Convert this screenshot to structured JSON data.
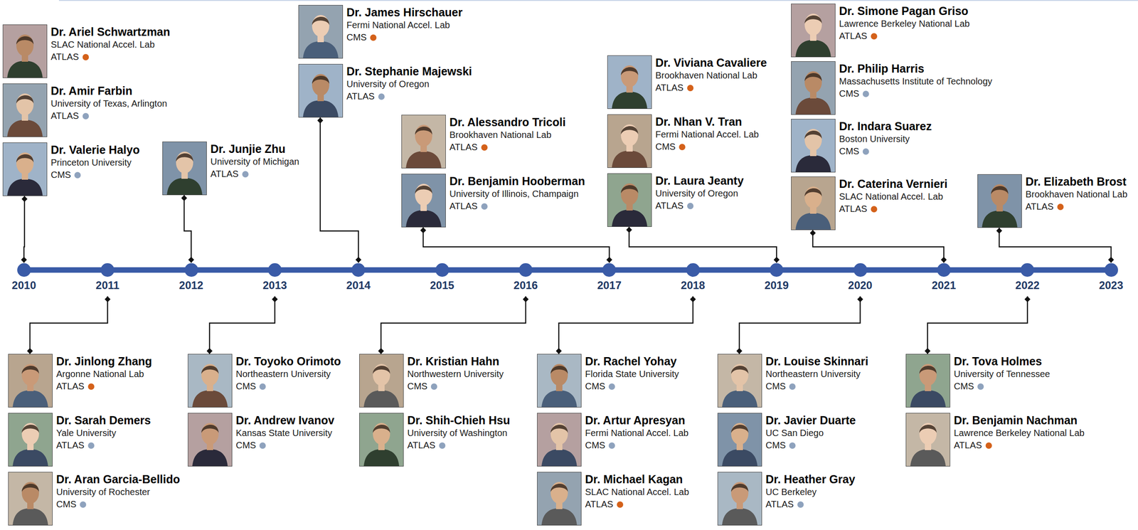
{
  "diagram": {
    "nodes": [
      {
        "text": [
          "2010"
        ]
      },
      {
        "text": [
          "2011"
        ]
      },
      {
        "text": [
          "2012"
        ]
      },
      {
        "text": [
          "2013"
        ]
      },
      {
        "text": [
          "2014"
        ]
      },
      {
        "text": [
          "2015"
        ]
      },
      {
        "text": [
          "2016"
        ]
      },
      {
        "text": [
          "2017"
        ]
      },
      {
        "text": [
          "2018"
        ]
      },
      {
        "text": [
          "2019"
        ]
      },
      {
        "text": [
          "2020"
        ]
      },
      {
        "text": [
          "2021"
        ]
      },
      {
        "text": [
          "2022"
        ]
      },
      {
        "text": [
          "2023"
        ]
      },
      {
        "text": [
          "Dr. Ariel Schwartzman",
          "SLAC National Accel. Lab",
          "ATLAS"
        ]
      },
      {
        "text": [
          "Dr. Amir Farbin",
          "University of Texas, Arlington",
          "ATLAS"
        ]
      },
      {
        "text": [
          "Dr. Valerie Halyo",
          "Princeton University",
          "CMS"
        ]
      },
      {
        "text": [
          "Dr. Jinlong Zhang",
          "Argonne National Lab",
          "ATLAS"
        ]
      },
      {
        "text": [
          "Dr. Sarah Demers",
          "Yale University",
          "ATLAS"
        ]
      },
      {
        "text": [
          "Dr. Aran Garcia-Bellido",
          "University of Rochester",
          "CMS"
        ]
      },
      {
        "text": [
          "Dr. Junjie Zhu",
          "University of Michigan",
          "ATLAS"
        ]
      },
      {
        "text": [
          "Dr. Toyoko Orimoto",
          "Northeastern University",
          "CMS"
        ]
      },
      {
        "text": [
          "Dr. Andrew Ivanov",
          "Kansas State University",
          "CMS"
        ]
      },
      {
        "text": [
          "Dr. James Hirschauer",
          "Fermi National Accel. Lab",
          "CMS"
        ]
      },
      {
        "text": [
          "Dr. Stephanie Majewski",
          "University of Oregon",
          "ATLAS"
        ]
      },
      {
        "text": [
          "Dr. Kristian Hahn",
          "Northwestern University",
          "CMS"
        ]
      },
      {
        "text": [
          "Dr. Shih-Chieh Hsu",
          "University of Washington",
          "ATLAS"
        ]
      },
      {
        "text": [
          "Dr. Alessandro Tricoli",
          "Brookhaven National Lab",
          "ATLAS"
        ]
      },
      {
        "text": [
          "Dr. Benjamin Hooberman",
          "University of Illinois, Champaign",
          "ATLAS"
        ]
      },
      {
        "text": [
          "Dr. Rachel Yohay",
          "Florida State University",
          "CMS"
        ]
      },
      {
        "text": [
          "Dr. Artur Apresyan",
          "Fermi National Accel. Lab",
          "CMS"
        ]
      },
      {
        "text": [
          "Dr. Michael Kagan",
          "SLAC National Accel. Lab",
          "ATLAS"
        ]
      },
      {
        "text": [
          "Dr. Viviana Cavaliere",
          "Brookhaven National Lab",
          "ATLAS"
        ]
      },
      {
        "text": [
          "Dr. Nhan V. Tran",
          "Fermi National Accel. Lab",
          "CMS"
        ]
      },
      {
        "text": [
          "Dr. Laura Jeanty",
          "University of Oregon",
          "ATLAS"
        ]
      },
      {
        "text": [
          "Dr. Louise Skinnari",
          "Northeastern University",
          "CMS"
        ]
      },
      {
        "text": [
          "Dr. Javier Duarte",
          "UC San Diego",
          "CMS"
        ]
      },
      {
        "text": [
          "Dr. Heather Gray",
          "UC Berkeley",
          "ATLAS"
        ]
      },
      {
        "text": [
          "Dr. Simone Pagan Griso",
          "Lawrence Berkeley National Lab",
          "ATLAS"
        ]
      },
      {
        "text": [
          "Dr. Philip Harris",
          "Massachusetts Institute of Technology",
          "CMS"
        ]
      },
      {
        "text": [
          "Dr. Indara Suarez",
          "Boston University",
          "CMS"
        ]
      },
      {
        "text": [
          "Dr. Caterina Vernieri",
          "SLAC National Accel. Lab",
          "ATLAS"
        ]
      },
      {
        "text": [
          "Dr. Tova Holmes",
          "University of Tennessee",
          "CMS"
        ]
      },
      {
        "text": [
          "Dr. Benjamin Nachman",
          "Lawrence Berkeley National Lab",
          "ATLAS"
        ]
      },
      {
        "text": [
          "Dr. Elizabeth Brost",
          "Brookhaven National Lab",
          "ATLAS"
        ]
      }
    ],
    "edges": [
      {
        "from": 16,
        "to": 0,
        "arrow": "both"
      },
      {
        "from": 17,
        "to": 1,
        "arrow": "both"
      },
      {
        "from": 20,
        "to": 2,
        "arrow": "both"
      },
      {
        "from": 21,
        "to": 3,
        "arrow": "both"
      },
      {
        "from": 24,
        "to": 4,
        "arrow": "both"
      },
      {
        "from": 25,
        "to": 6,
        "arrow": "both"
      },
      {
        "from": 28,
        "to": 7,
        "arrow": "both"
      },
      {
        "from": 29,
        "to": 8,
        "arrow": "both"
      },
      {
        "from": 34,
        "to": 9,
        "arrow": "both"
      },
      {
        "from": 35,
        "to": 10,
        "arrow": "both"
      },
      {
        "from": 41,
        "to": 11,
        "arrow": "both"
      },
      {
        "from": 42,
        "to": 12,
        "arrow": "both"
      },
      {
        "from": 44,
        "to": 13,
        "arrow": "both"
      }
    ]
  }
}
